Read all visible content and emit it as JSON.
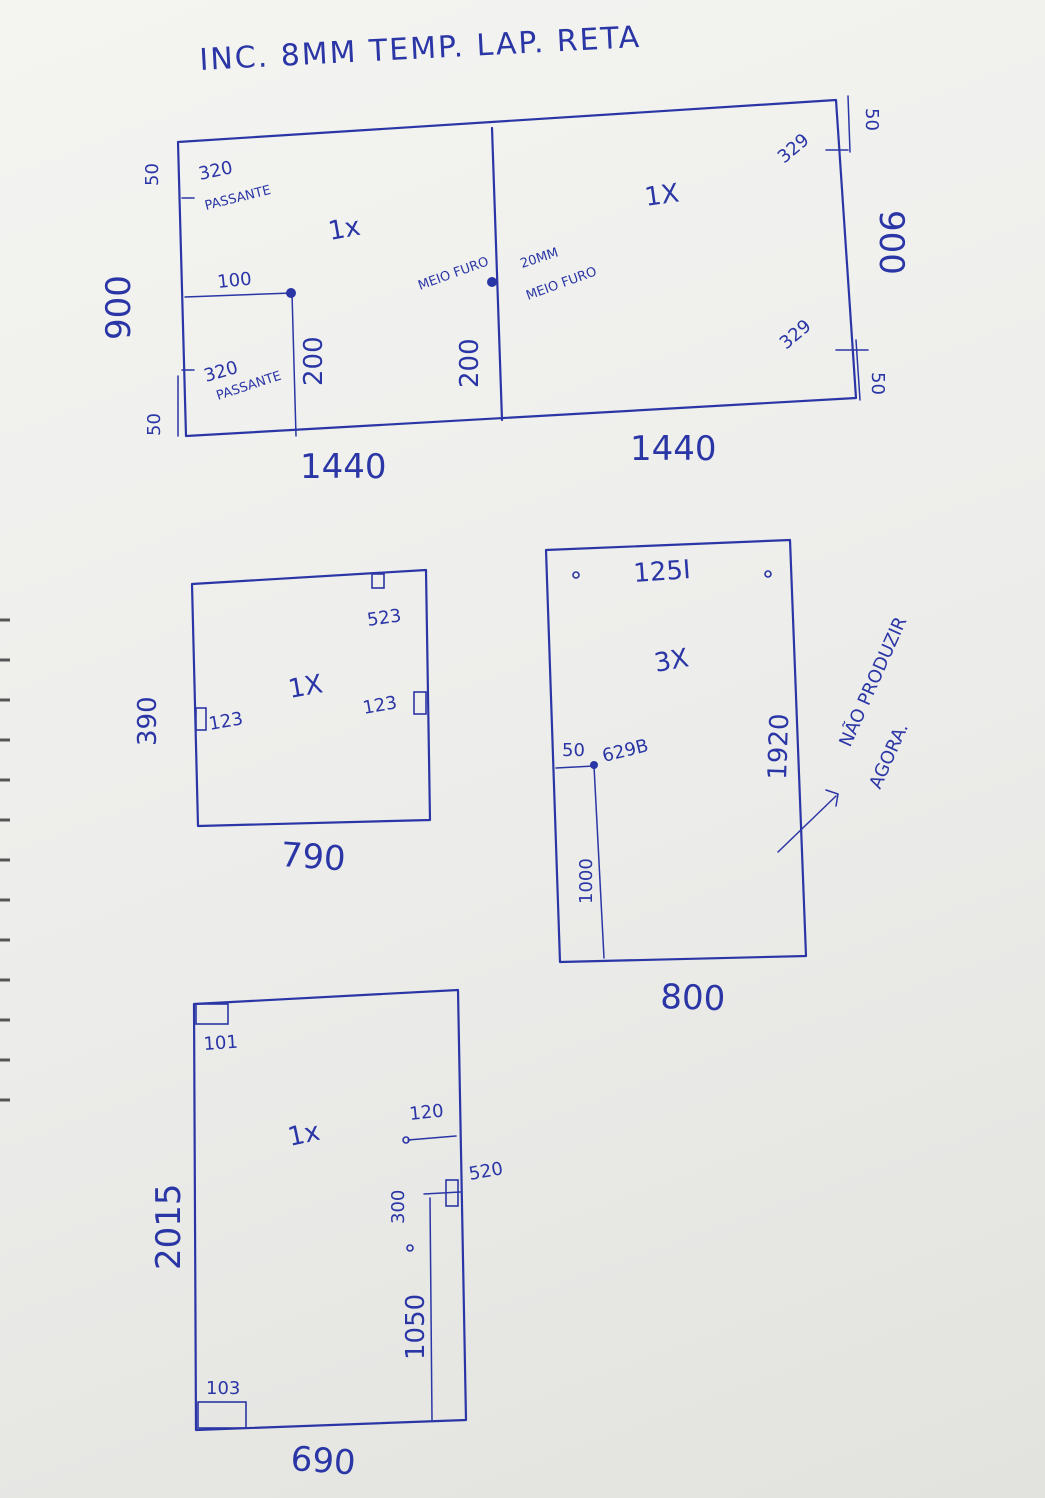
{
  "title": "INC. 8MM TEMP. LAP. RETA",
  "piece1": {
    "left_panel_width": "1440",
    "right_panel_width": "1440",
    "height_left": "900",
    "height_right": "900",
    "offset_top_left": "50",
    "offset_bottom_left": "50",
    "offset_top_right": "50",
    "offset_bottom_right": "50",
    "left_top_hole_value": "320",
    "left_top_hole_type": "PASSANTE",
    "left_bottom_hole_value": "320",
    "left_bottom_hole_type": "PASSANTE",
    "left_qty": "1x",
    "left_hole_100": "100",
    "left_hole_200": "200",
    "center_hole_200": "200",
    "center_half_hole_left": "MEIO FURO",
    "center_half_hole_size": "20MM",
    "center_half_hole_right": "MEIO FURO",
    "right_qty": "1X",
    "right_top_329": "329",
    "right_bottom_329": "329"
  },
  "piece2": {
    "width": "790",
    "height": "390",
    "qty": "1X",
    "top_notch": "523",
    "left_notch": "123",
    "right_notch": "123"
  },
  "piece3": {
    "width": "800",
    "height": "1920",
    "qty": "3X",
    "top_label": "125I",
    "hole_offset": "50",
    "hole_value": "629B",
    "lower_height": "1000",
    "note_line1": "NÃO PRODUZIR",
    "note_line2": "AGORA."
  },
  "piece4": {
    "width": "690",
    "height": "2015",
    "qty": "1x",
    "top_corner": "101",
    "bottom_corner": "103",
    "hole_120": "120",
    "hinge_520": "520",
    "hole_300": "300",
    "lower_1050": "1050"
  }
}
